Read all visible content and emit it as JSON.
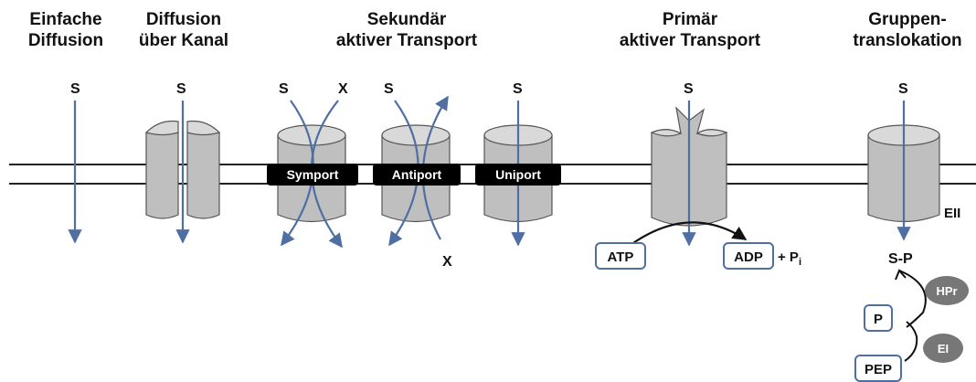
{
  "headers": {
    "simple": [
      "Einfache",
      "Diffusion"
    ],
    "channel": [
      "Diffusion",
      "über Kanal"
    ],
    "secondary": [
      "Sekundär",
      "aktiver Transport"
    ],
    "primary": [
      "Primär",
      "aktiver Transport"
    ],
    "group": [
      "Gruppen-",
      "translokation"
    ]
  },
  "labels": {
    "substrate": "S",
    "cosubstrate": "X",
    "symport": "Symport",
    "antiport": "Antiport",
    "uniport": "Uniport",
    "atp": "ATP",
    "adp": "ADP",
    "pi_plus": "+ P",
    "pi_sub": "i",
    "eii": "EII",
    "sp": "S-P",
    "hpr": "HPr",
    "p": "P",
    "ei": "EI",
    "pep": "PEP"
  },
  "colors": {
    "arrow": "#4f6fa3",
    "membrane": "#222222",
    "protein": "#bfbfbf",
    "label_bg": "#000000",
    "enzyme": "#777777"
  }
}
